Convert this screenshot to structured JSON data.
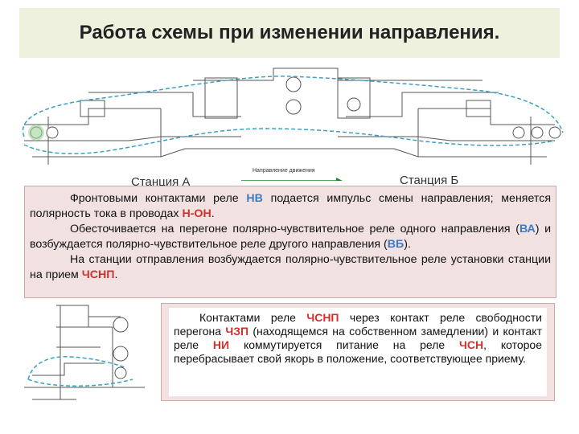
{
  "title": "Работа схемы при изменении направления.",
  "diagram": {
    "station_a": "Станция А",
    "station_b": "Станция Б",
    "direction_label": "Направление движения"
  },
  "panel1": {
    "p1": [
      "Фронтовыми контактами реле ",
      "НВ",
      " подается импульс смены направления; меняется полярность тока в проводах ",
      "Н-ОН",
      "."
    ],
    "p2": [
      "Обесточивается на перегоне полярно-чувствительное реле одного направления (",
      "ВА",
      ") и возбуждается полярно-чувствительное реле другого направления (",
      "ВБ",
      ")."
    ],
    "p3": [
      "На станции отправления возбуждается полярно-чувствительное реле установки станции на прием ",
      "ЧСНП",
      "."
    ]
  },
  "panel2": {
    "text": [
      "Контактами реле ",
      "ЧСНП",
      " через контакт реле свободности перегона ",
      "ЧЗП",
      " (находящемся на собственном замедлении) и контакт реле ",
      "НИ",
      " коммутируется питание на реле ",
      "ЧСН",
      ", которое перебрасывает свой якорь в положение, соответствующее приему."
    ]
  },
  "colors": {
    "accent_red": "#d0312d",
    "accent_blue": "#3c7ac4",
    "title_bg": "#edf1dd",
    "panel_bg": "#f1e1e1"
  }
}
